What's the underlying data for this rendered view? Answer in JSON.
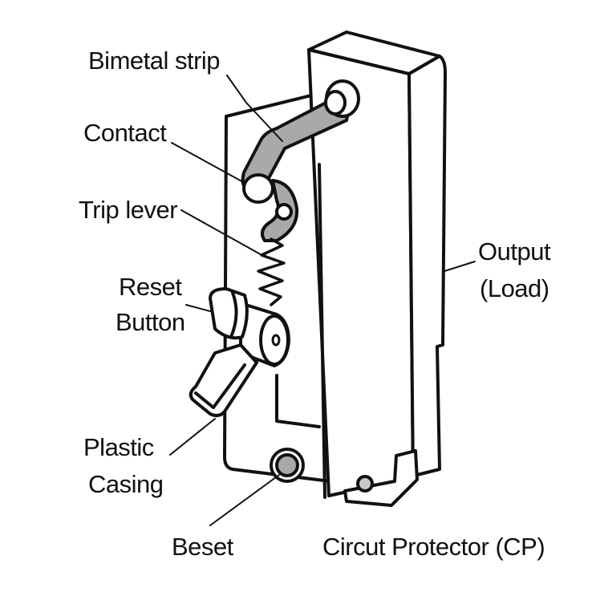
{
  "labels": {
    "bimetal_strip": "Bimetal strip",
    "contact": "Contact",
    "trip_lever": "Trip lever",
    "reset_line1": "Reset",
    "reset_line2": "Button",
    "plastic_line1": "Plastic",
    "plastic_line2": "Casing",
    "output_line1": "Output",
    "output_line2": "(Load)",
    "beset": "Beset",
    "caption": "Circut Protector (CP)"
  },
  "colors": {
    "stroke": "#111111",
    "strip_fill": "#a9a9a9",
    "body_fill": "#ffffff",
    "shade": "#c8c8c8"
  }
}
